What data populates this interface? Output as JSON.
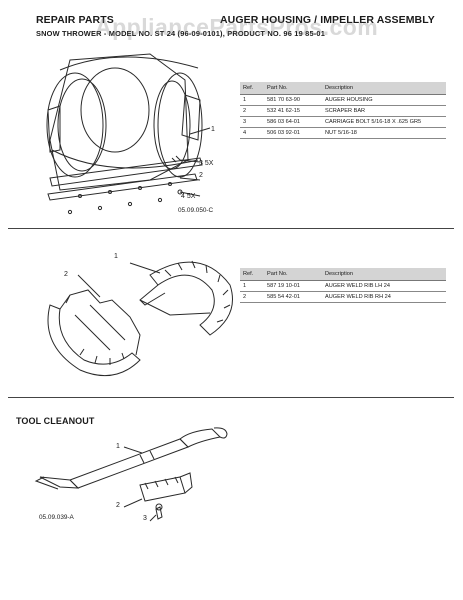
{
  "header": {
    "left": "REPAIR PARTS",
    "right": "AUGER HOUSING / IMPELLER ASSEMBLY",
    "subtitle": "SNOW THROWER - MODEL NO. ST 24 (96-09-0101), PRODUCT NO. 96 19 85-01"
  },
  "watermark": "AppliancePartsPros.com",
  "sections": [
    {
      "callouts": [
        "1",
        "2",
        "3 5X",
        "4 5X"
      ],
      "figure_code": "05.09.050-C",
      "table": {
        "headers": [
          "Ref.",
          "Part No.",
          "Description"
        ],
        "rows": [
          [
            "1",
            "581 70 63-90",
            "AUGER HOUSING"
          ],
          [
            "2",
            "532 41 62-15",
            "SCRAPER BAR"
          ],
          [
            "3",
            "586 03 64-01",
            "CARRIAGE BOLT 5/16-18 X .625 GR5"
          ],
          [
            "4",
            "506 03 92-01",
            "NUT 5/16-18"
          ]
        ]
      }
    },
    {
      "callouts": [
        "2",
        "1"
      ],
      "table": {
        "headers": [
          "Ref.",
          "Part No.",
          "Description"
        ],
        "rows": [
          [
            "1",
            "587 19 10-01",
            "AUGER WELD RIB LH 24"
          ],
          [
            "2",
            "585 54 42-01",
            "AUGER WELD RIB RH 24"
          ]
        ]
      }
    },
    {
      "title": "TOOL CLEANOUT",
      "callouts": [
        "1",
        "2",
        "3"
      ],
      "figure_code": "05.09.039-A"
    }
  ]
}
